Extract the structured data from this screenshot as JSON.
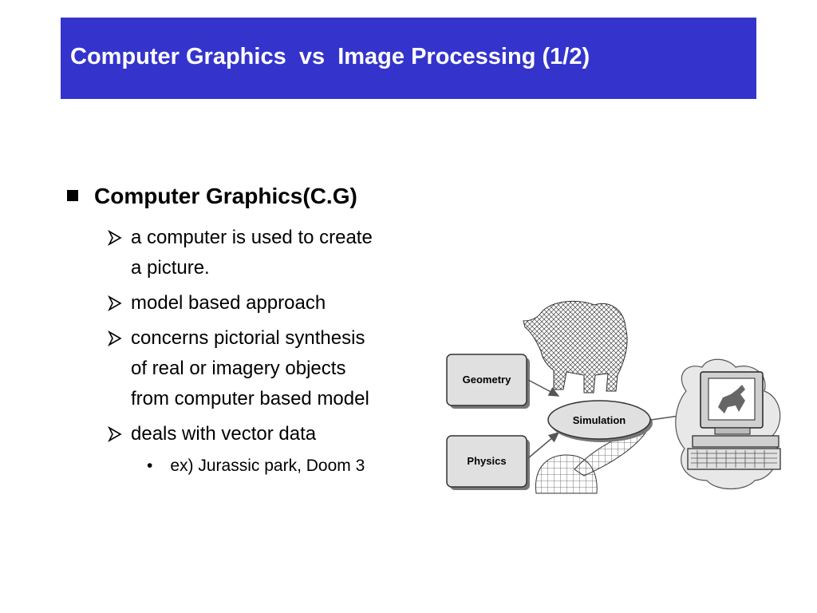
{
  "slide": {
    "title": "Computer Graphics  vs  Image Processing (1/2)",
    "accent_color": "#3434cc"
  },
  "content": {
    "heading": "Computer Graphics(C.G)",
    "items": [
      {
        "lines": [
          "a computer is used to create",
          "a picture."
        ]
      },
      {
        "lines": [
          "model based approach"
        ]
      },
      {
        "lines": [
          "concerns pictorial synthesis",
          "of real or imagery objects",
          "from computer based model"
        ]
      },
      {
        "lines": [
          "deals with vector data"
        ]
      }
    ],
    "sub_item": "ex) Jurassic park, Doom 3"
  },
  "diagram": {
    "geometry_label": "Geometry",
    "physics_label": "Physics",
    "simulation_label": "Simulation",
    "icons": [
      "wireframe-elephant-icon",
      "wireframe-dome-icon",
      "computer-dinosaur-icon"
    ]
  }
}
